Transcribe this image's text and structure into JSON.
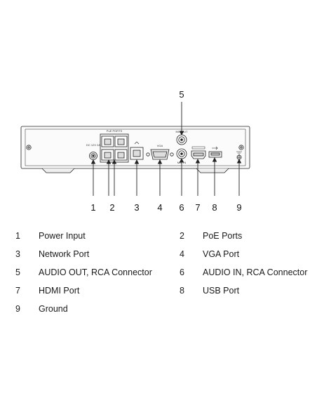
{
  "callouts": [
    "1",
    "2",
    "3",
    "4",
    "5",
    "6",
    "7",
    "8",
    "9"
  ],
  "panel_labels": {
    "poe": "PoE PORTS",
    "audio_out": "MIC OUT",
    "audio_in": "MIC IN",
    "vga": "VGA",
    "power": "DC 12V 2A"
  },
  "legend": [
    {
      "num": "1",
      "label": "Power Input"
    },
    {
      "num": "2",
      "label": "PoE Ports"
    },
    {
      "num": "3",
      "label": "Network Port"
    },
    {
      "num": "4",
      "label": "VGA Port"
    },
    {
      "num": "5",
      "label": "AUDIO OUT, RCA Connector"
    },
    {
      "num": "6",
      "label": "AUDIO IN, RCA Connector"
    },
    {
      "num": "7",
      "label": "HDMI Port"
    },
    {
      "num": "8",
      "label": "USB Port"
    },
    {
      "num": "9",
      "label": "Ground"
    }
  ]
}
